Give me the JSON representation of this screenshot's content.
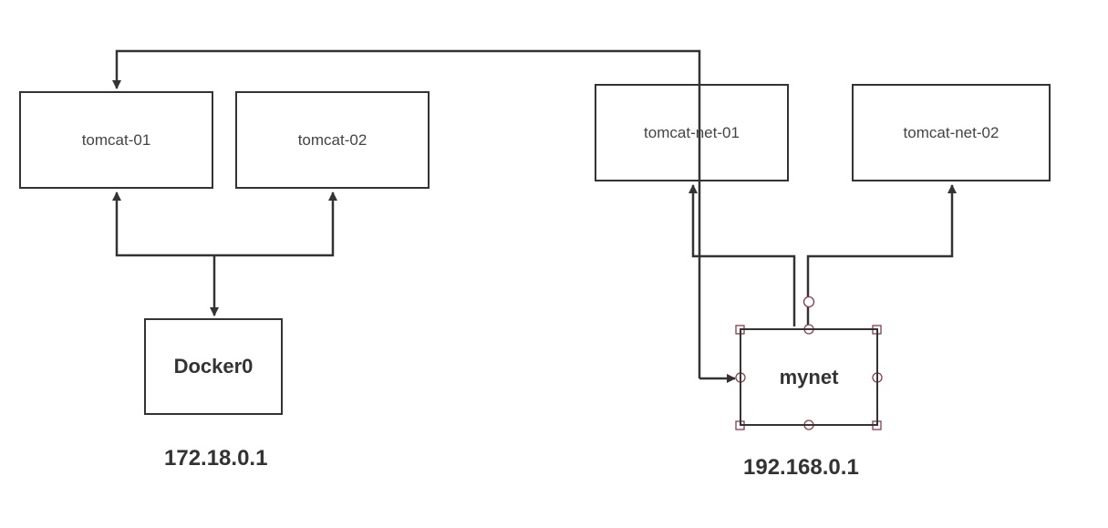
{
  "diagram": {
    "nodes": [
      {
        "id": "tomcat-01",
        "label": "tomcat-01"
      },
      {
        "id": "tomcat-02",
        "label": "tomcat-02"
      },
      {
        "id": "tomcat-net-01",
        "label": "tomcat-net-01"
      },
      {
        "id": "tomcat-net-02",
        "label": "tomcat-net-02"
      },
      {
        "id": "docker0",
        "label": "Docker0"
      },
      {
        "id": "mynet",
        "label": "mynet"
      }
    ],
    "labels": {
      "docker0_ip": "172.18.0.1",
      "mynet_ip": "192.168.0.1"
    },
    "edges": [
      {
        "from": "docker0",
        "to": "tomcat-01"
      },
      {
        "from": "docker0",
        "to": "tomcat-02"
      },
      {
        "from": "tomcat-01",
        "to": "docker0"
      },
      {
        "from": "mynet",
        "to": "tomcat-net-01"
      },
      {
        "from": "mynet",
        "to": "tomcat-net-02"
      },
      {
        "from": "tomcat-net-01",
        "to": "mynet"
      },
      {
        "from": "tomcat-net-01",
        "to": "tomcat-01"
      },
      {
        "from": "tomcat-net-01",
        "to": "mynet",
        "via": "left"
      }
    ],
    "selected_node": "mynet",
    "colors": {
      "stroke": "#333333",
      "selection": "#8b3a4a"
    }
  }
}
